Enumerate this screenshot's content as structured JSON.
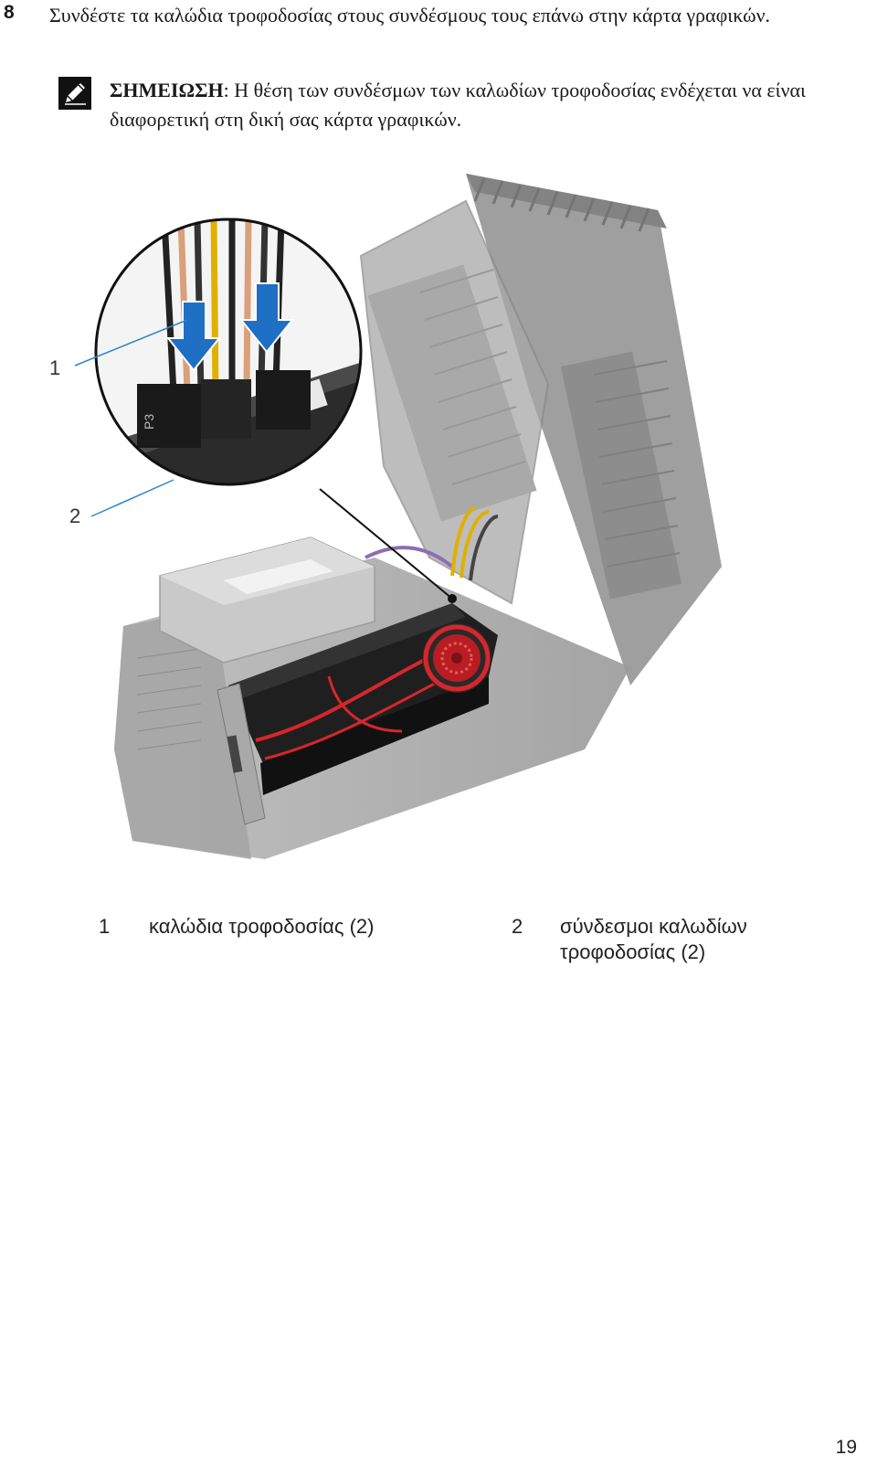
{
  "step": {
    "number": "8",
    "text": "Συνδέστε τα καλώδια τροφοδοσίας στους συνδέσμους τους επάνω στην κάρτα γραφικών."
  },
  "note": {
    "icon": "pencil-note-icon",
    "label": "ΣΗΜΕΙΩΣΗ",
    "separator": ": ",
    "text": "Η θέση των συνδέσμων των καλωδίων τροφοδοσίας ενδέχεται να είναι διαφορετική στη δική σας κάρτα γραφικών."
  },
  "figure": {
    "callouts": [
      "1",
      "2"
    ],
    "accent_color": "#d8262c",
    "arrow_color": "#1f6fc4"
  },
  "legend": [
    {
      "number": "1",
      "label": "καλώδια τροφοδοσίας (2)"
    },
    {
      "number": "2",
      "label": "σύνδεσμοι καλωδίων τροφοδοσίας (2)"
    }
  ],
  "page_number": "19"
}
